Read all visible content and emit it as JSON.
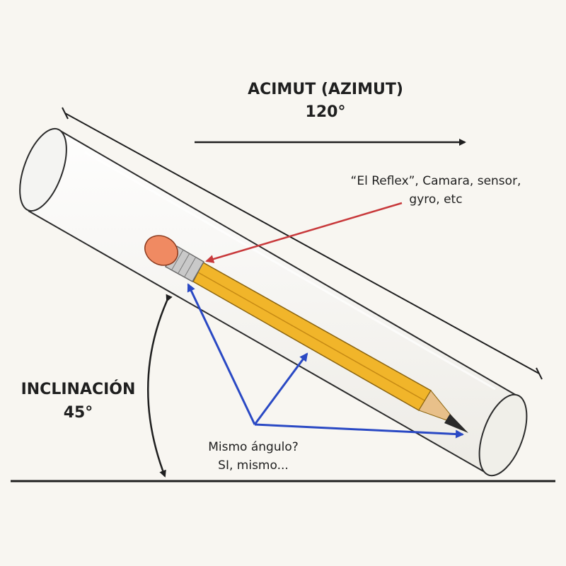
{
  "azimuth": {
    "label": "ACIMUT (AZIMUT)",
    "value": "120°"
  },
  "inclination": {
    "label": "INCLINACIÓN",
    "value": "45°"
  },
  "device_note": {
    "line1": "“El Reflex”, Camara, sensor,",
    "line2": "gyro, etc"
  },
  "question": {
    "line1": "Mismo ángulo?",
    "line2": "SI, mismo..."
  },
  "colors": {
    "background": "#f8f6f1",
    "ink": "#1f1f1f",
    "red_arrow": "#c8393b",
    "blue_arrow": "#2a49c4",
    "pencil_body": "#f1b52a",
    "eraser": "#f08a62",
    "ferrule": "#bdbdbd"
  }
}
